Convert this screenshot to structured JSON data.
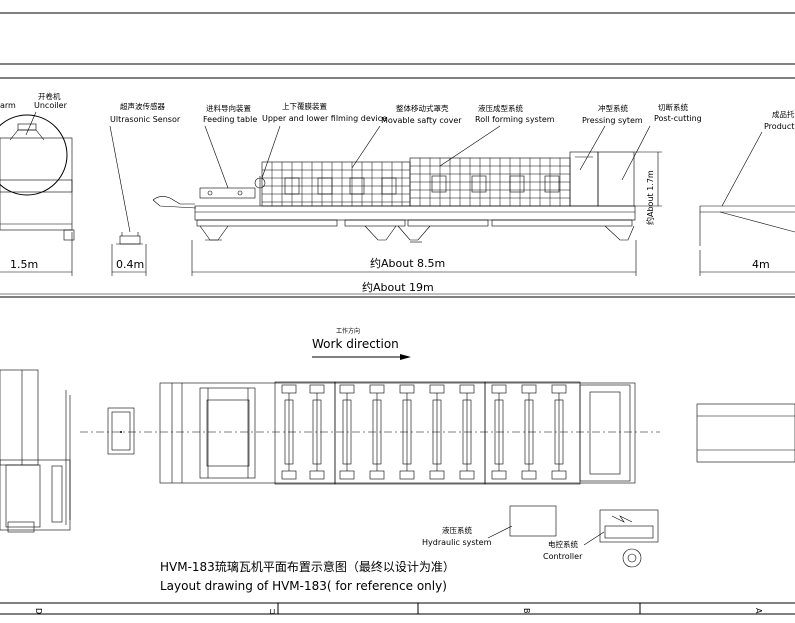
{
  "elevation": {
    "labels": {
      "uncoiler_cn": "开卷机",
      "uncoiler_en": "Uncoiler",
      "arm_fragment": "arm",
      "sensor_cn": "超声波传感器",
      "sensor_en": "Ultrasonic Sensor",
      "feeding_cn": "进料导向装置",
      "feeding_en": "Feeding table",
      "trimming_cn": "上下覆膜装置",
      "trimming_en": "Upper and lower filming device",
      "safety_cn": "整体移动式罩壳",
      "safety_en": "Movable safty cover",
      "rollforming_cn": "液压成型系统",
      "rollforming_en": "Roll forming system",
      "pressing_cn": "冲型系统",
      "pressing_en": "Pressing sytem",
      "postcut_cn": "切断系统",
      "postcut_en": "Post-cutting",
      "product_cn": "成品托",
      "product_en": "Product"
    },
    "dimensions": {
      "uncoiler": "1.5m",
      "sensor": "0.4m",
      "machine": "约About 8.5m",
      "product": "4m",
      "height": "约About 1.7m",
      "total": "约About 19m"
    }
  },
  "plan": {
    "work_direction": "Work direction",
    "hydraulic_cn": "液压系统",
    "hydraulic_en": "Hydraulic system",
    "controller_cn": "电控系统",
    "controller_en": "Controller",
    "caption_cn": "HVM-183琉璃瓦机平面布置示意图（最终以设计为准）",
    "caption_en": "Layout drawing of HVM-183( for reference only)"
  },
  "border": {
    "zones": [
      "D",
      "C",
      "B",
      "A"
    ]
  }
}
